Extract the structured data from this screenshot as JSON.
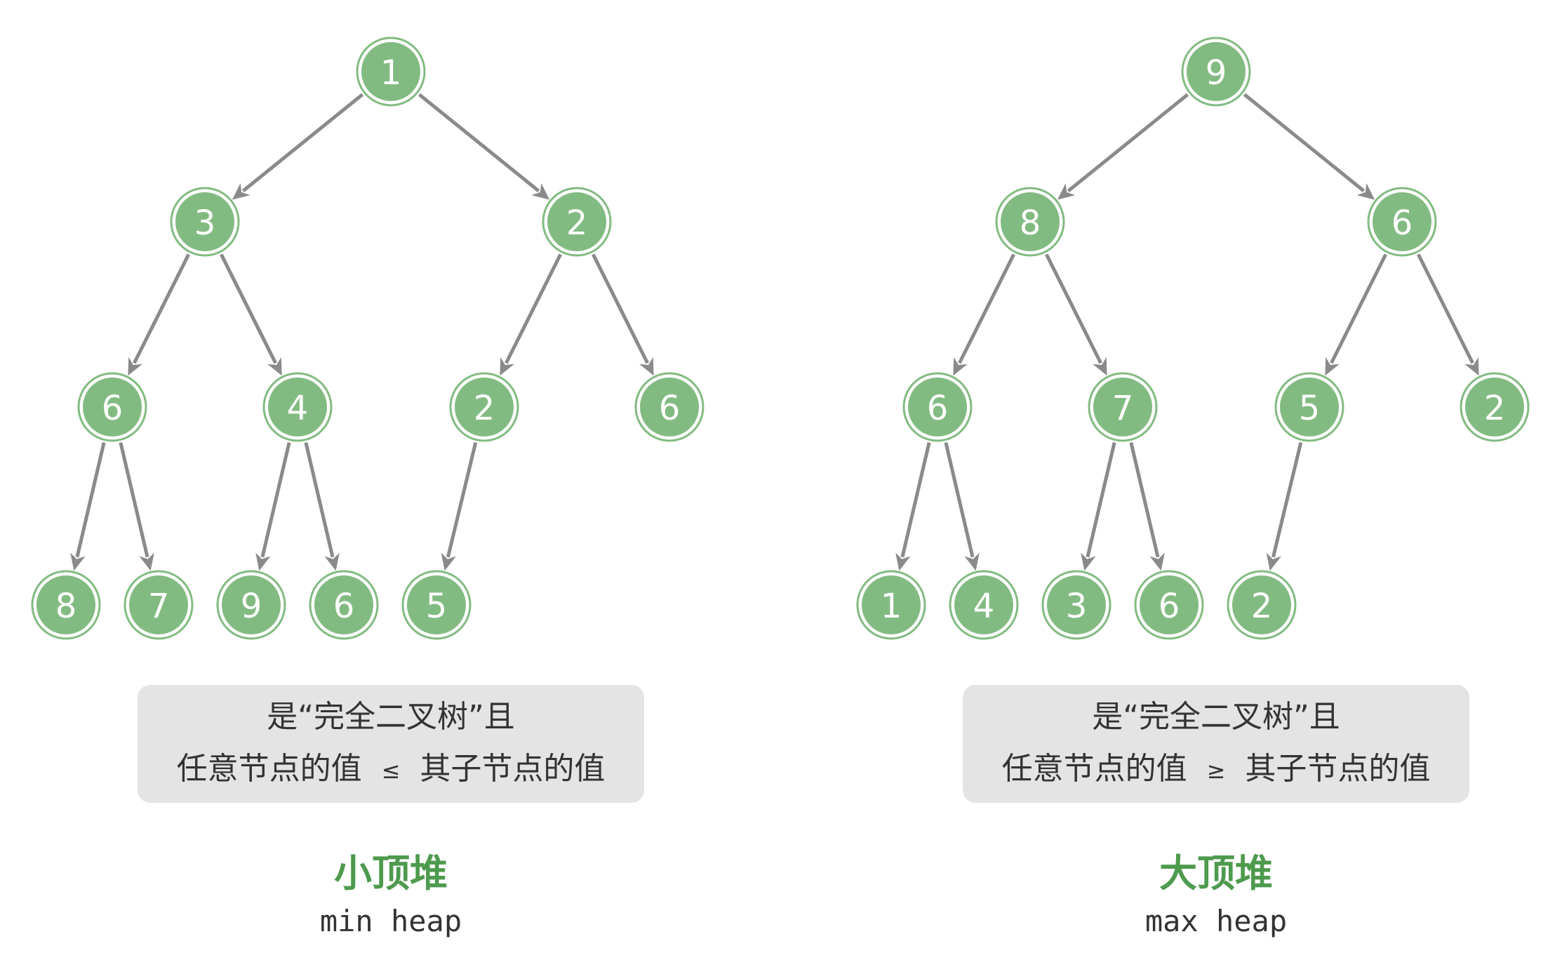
{
  "colors": {
    "node_fill": "#82bb81",
    "edge": "#8a8a8a",
    "title": "#4e9a4e",
    "caption_box": "#e4e4e4"
  },
  "min_heap": {
    "title": "小顶堆",
    "subtitle": "min heap",
    "caption_line1": "是“完全二叉树”且",
    "caption_line2_left": "任意节点的值",
    "caption_operator": "≤",
    "caption_line2_right": "其子节点的值",
    "nodes": [
      {
        "id": "r",
        "value": "1"
      },
      {
        "id": "l",
        "value": "3"
      },
      {
        "id": "rr",
        "value": "2"
      },
      {
        "id": "ll",
        "value": "6"
      },
      {
        "id": "lr",
        "value": "4"
      },
      {
        "id": "rl",
        "value": "2"
      },
      {
        "id": "rrr",
        "value": "6"
      },
      {
        "id": "lll",
        "value": "8"
      },
      {
        "id": "llr",
        "value": "7"
      },
      {
        "id": "lrl",
        "value": "9"
      },
      {
        "id": "lrr",
        "value": "6"
      },
      {
        "id": "rll",
        "value": "5"
      }
    ],
    "edges": [
      [
        "r",
        "l"
      ],
      [
        "r",
        "rr"
      ],
      [
        "l",
        "ll"
      ],
      [
        "l",
        "lr"
      ],
      [
        "rr",
        "rl"
      ],
      [
        "rr",
        "rrr"
      ],
      [
        "ll",
        "lll"
      ],
      [
        "ll",
        "llr"
      ],
      [
        "lr",
        "lrl"
      ],
      [
        "lr",
        "lrr"
      ],
      [
        "rl",
        "rll"
      ]
    ]
  },
  "max_heap": {
    "title": "大顶堆",
    "subtitle": "max heap",
    "caption_line1": "是“完全二叉树”且",
    "caption_line2_left": "任意节点的值",
    "caption_operator": "≥",
    "caption_line2_right": "其子节点的值",
    "nodes": [
      {
        "id": "r",
        "value": "9"
      },
      {
        "id": "l",
        "value": "8"
      },
      {
        "id": "rr",
        "value": "6"
      },
      {
        "id": "ll",
        "value": "6"
      },
      {
        "id": "lr",
        "value": "7"
      },
      {
        "id": "rl",
        "value": "5"
      },
      {
        "id": "rrr",
        "value": "2"
      },
      {
        "id": "lll",
        "value": "1"
      },
      {
        "id": "llr",
        "value": "4"
      },
      {
        "id": "lrl",
        "value": "3"
      },
      {
        "id": "lrr",
        "value": "6"
      },
      {
        "id": "rll",
        "value": "2"
      }
    ],
    "edges": [
      [
        "r",
        "l"
      ],
      [
        "r",
        "rr"
      ],
      [
        "l",
        "ll"
      ],
      [
        "l",
        "lr"
      ],
      [
        "rr",
        "rl"
      ],
      [
        "rr",
        "rrr"
      ],
      [
        "ll",
        "lll"
      ],
      [
        "ll",
        "llr"
      ],
      [
        "lr",
        "lrl"
      ],
      [
        "lr",
        "lrr"
      ],
      [
        "rl",
        "rll"
      ]
    ]
  }
}
